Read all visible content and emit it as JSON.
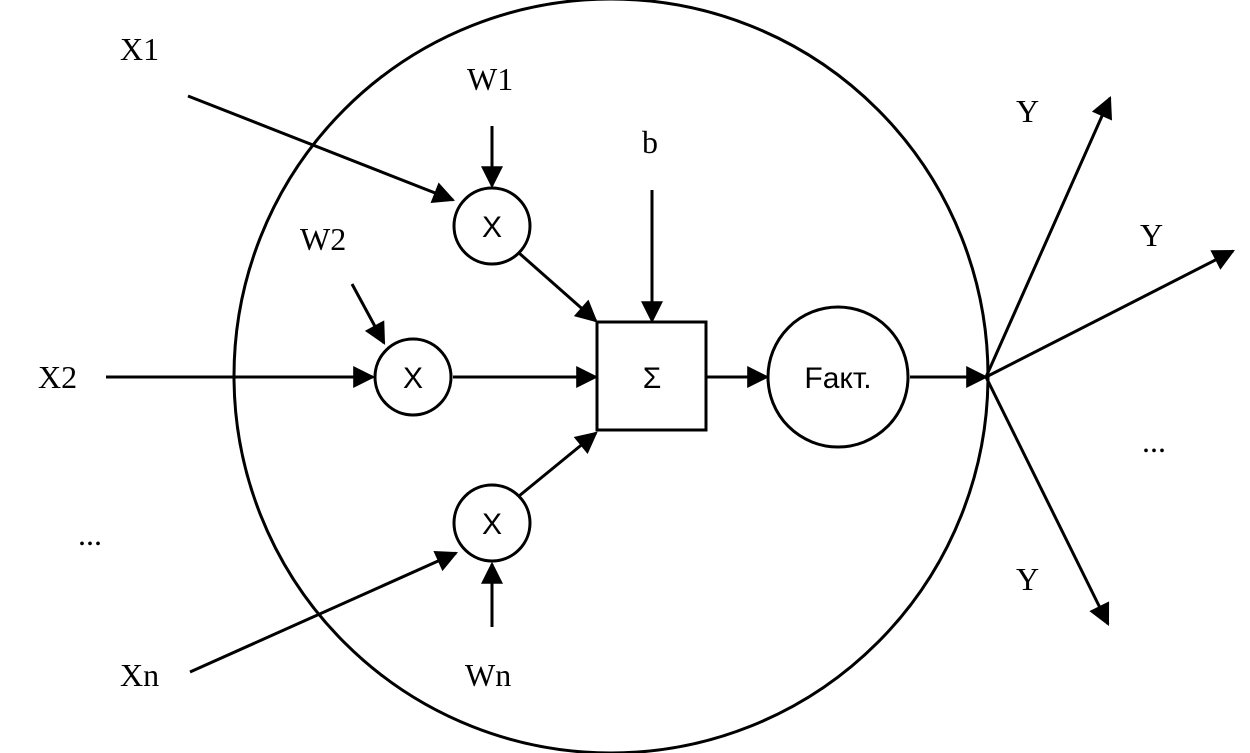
{
  "inputs": {
    "x1": "X1",
    "x2": "X2",
    "ellipsis": "...",
    "xn": "Xn"
  },
  "weights": {
    "w1": "W1",
    "w2": "W2",
    "wn": "Wn"
  },
  "bias": "b",
  "multiplier_symbol": "X",
  "sum_symbol": "Σ",
  "activation_label": "Fакт.",
  "outputs": {
    "y_top": "Y",
    "y_mid": "Y",
    "ellipsis": "...",
    "y_bottom": "Y"
  },
  "colors": {
    "stroke": "#000000",
    "background": "#ffffff"
  }
}
